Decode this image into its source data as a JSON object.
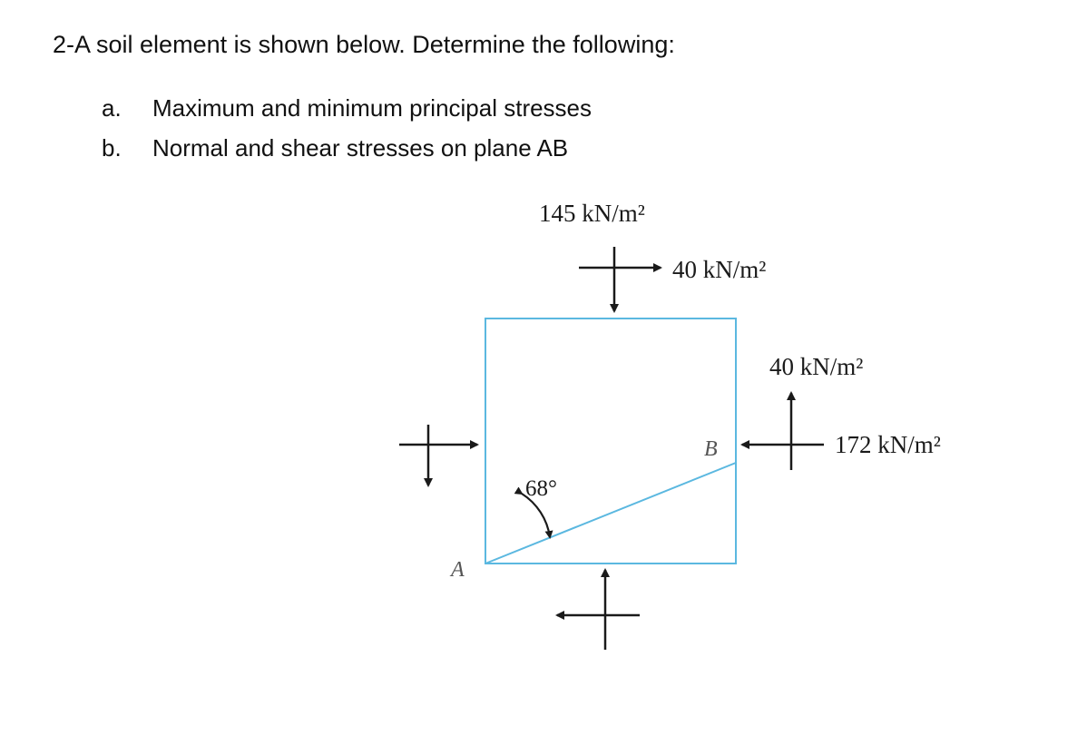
{
  "problem": {
    "title": "2-A soil element is shown below. Determine the following:",
    "questions": [
      {
        "marker": "a.",
        "text": "Maximum and minimum principal stresses"
      },
      {
        "marker": "b.",
        "text": "Normal and shear stresses on plane AB"
      }
    ]
  },
  "diagram": {
    "labels": {
      "top_normal": "145 kN/m²",
      "top_shear": "40 kN/m²",
      "right_shear": "40 kN/m²",
      "right_normal": "172 kN/m²",
      "angle": "68°",
      "point_a": "A",
      "point_b": "B"
    },
    "colors": {
      "element_outline": "#5bb8e0",
      "arrows": "#1a1a1a"
    }
  }
}
